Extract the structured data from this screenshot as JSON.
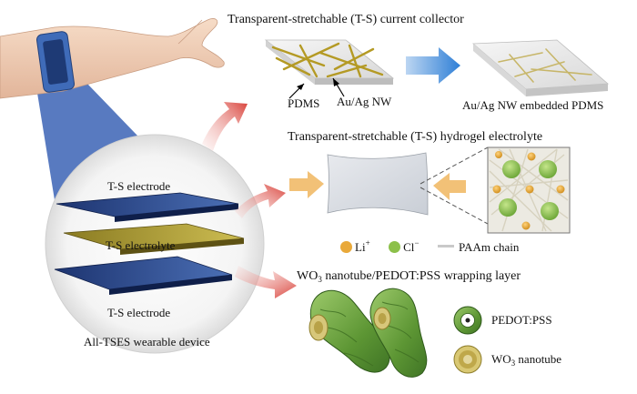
{
  "labels": {
    "current_collector_title": "Transparent-stretchable (T-S) current collector",
    "pdms": "PDMS",
    "au_ag_nw": "Au/Ag NW",
    "embedded": "Au/Ag NW embedded PDMS",
    "electrolyte_title": "Transparent-stretchable (T-S) hydrogel electrolyte",
    "ts_electrode_top": "T-S electrode",
    "ts_electrolyte": "T-S electrolyte",
    "ts_electrode_bottom": "T-S electrode",
    "device": "All-TSES wearable device",
    "wrapping_main": "WO",
    "wrapping_sub": "3",
    "wrapping_rest": " nanotube/PEDOT:PSS wrapping layer",
    "pedot": "PEDOT:PSS",
    "wo3_main": "WO",
    "wo3_sub": "3",
    "wo3_rest": " nanotube"
  },
  "legend": {
    "li": "Li",
    "li_charge": "+",
    "cl": "Cl",
    "cl_charge": "−",
    "paam": "PAAm chain"
  },
  "colors": {
    "lithium": "#e9a93a",
    "chloride": "#8cc04a",
    "arrow_red": "#d9433b",
    "arrow_orange": "#f0b96a",
    "arrow_blue": "#3d87d8",
    "electrode_blue": "#2b4a8c",
    "electrolyte_gold": "#b3a336",
    "nanotube_green": "#5f9a35"
  }
}
